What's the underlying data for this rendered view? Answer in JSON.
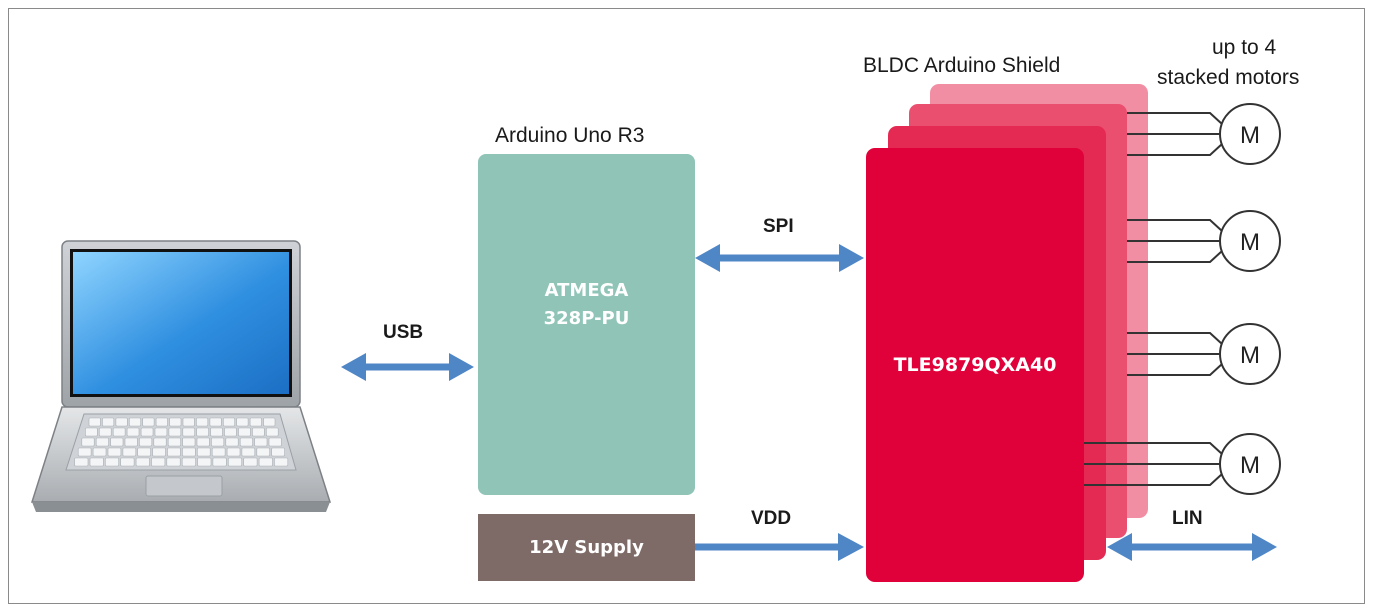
{
  "labels": {
    "arduino_title": "Arduino Uno R3",
    "shield_title": "BLDC Arduino Shield",
    "motors_title_line1": "up to 4",
    "motors_title_line2": "stacked motors",
    "usb": "USB",
    "spi": "SPI",
    "vdd": "VDD",
    "lin": "LIN"
  },
  "blocks": {
    "mcu_line1": "ATMEGA",
    "mcu_line2": "328P-PU",
    "supply": "12V Supply",
    "driver": "TLE9879QXA40"
  },
  "motors": [
    "M",
    "M",
    "M",
    "M"
  ],
  "colors": {
    "arrow": "#4f86c6",
    "arduino": "#8fc4b7",
    "supply": "#7e6a66",
    "driver": "#e0003a",
    "shield_stack": [
      "#f28ea3",
      "#eb4f70",
      "#e42a52"
    ]
  },
  "icons": [
    "laptop-icon",
    "motor-icon"
  ]
}
